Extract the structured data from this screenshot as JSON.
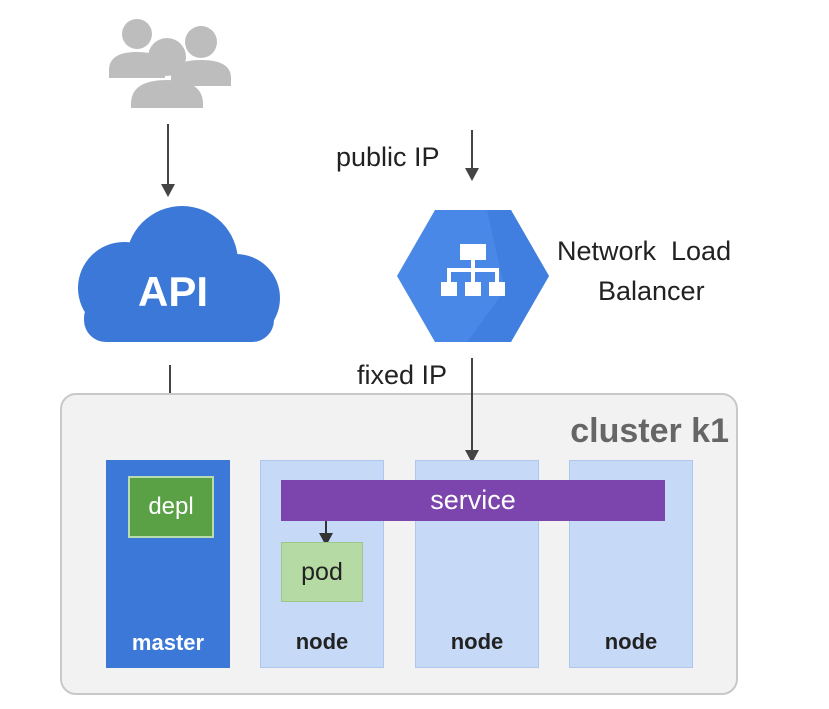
{
  "diagram": {
    "api_label": "API",
    "public_ip_label": "public IP",
    "fixed_ip_label": "fixed IP",
    "lb_line1": "Network  Load",
    "lb_line2": "Balancer",
    "cluster_title": "cluster k1",
    "depl_label": "depl",
    "service_label": "service",
    "pod_label": "pod",
    "master_label": "master",
    "node_labels": [
      "node",
      "node",
      "node"
    ]
  },
  "colors": {
    "api_cloud": "#3b78d8",
    "load_balancer": "#4a88e8",
    "master": "#3b78d8",
    "node": "#c6d9f7",
    "service": "#7c45ad",
    "depl": "#5aa146",
    "pod": "#b6daa3",
    "users": "#bdbdbd"
  },
  "icons": {
    "users": "users-group-icon",
    "api": "cloud-icon",
    "load_balancer": "network-hierarchy-icon"
  }
}
